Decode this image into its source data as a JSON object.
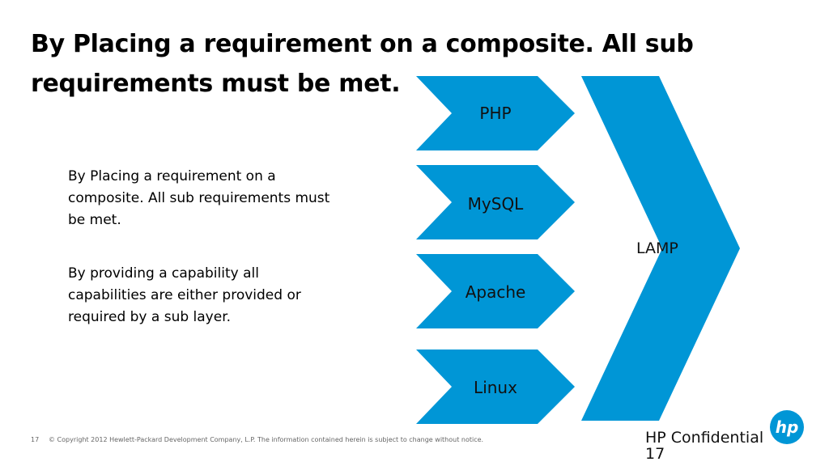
{
  "slide": {
    "title": "By Placing a requirement on a composite. All sub requirements must be met.",
    "paragraphs": [
      "By Placing a requirement on a composite. All sub requirements must be met.",
      "By providing a capability all capabilities are either provided or required by a sub layer."
    ]
  },
  "diagram": {
    "layers": [
      "PHP",
      "MySQL",
      "Apache",
      "Linux"
    ],
    "composite": "LAMP",
    "color": "#0096d6"
  },
  "footer": {
    "slide_number": "17",
    "copyright": "© Copyright 2012 Hewlett-Packard Development Company, L.P.  The information contained herein is subject to change without notice.",
    "confidential": "HP Confidential",
    "page_number": "17",
    "logo_text": "hp"
  }
}
